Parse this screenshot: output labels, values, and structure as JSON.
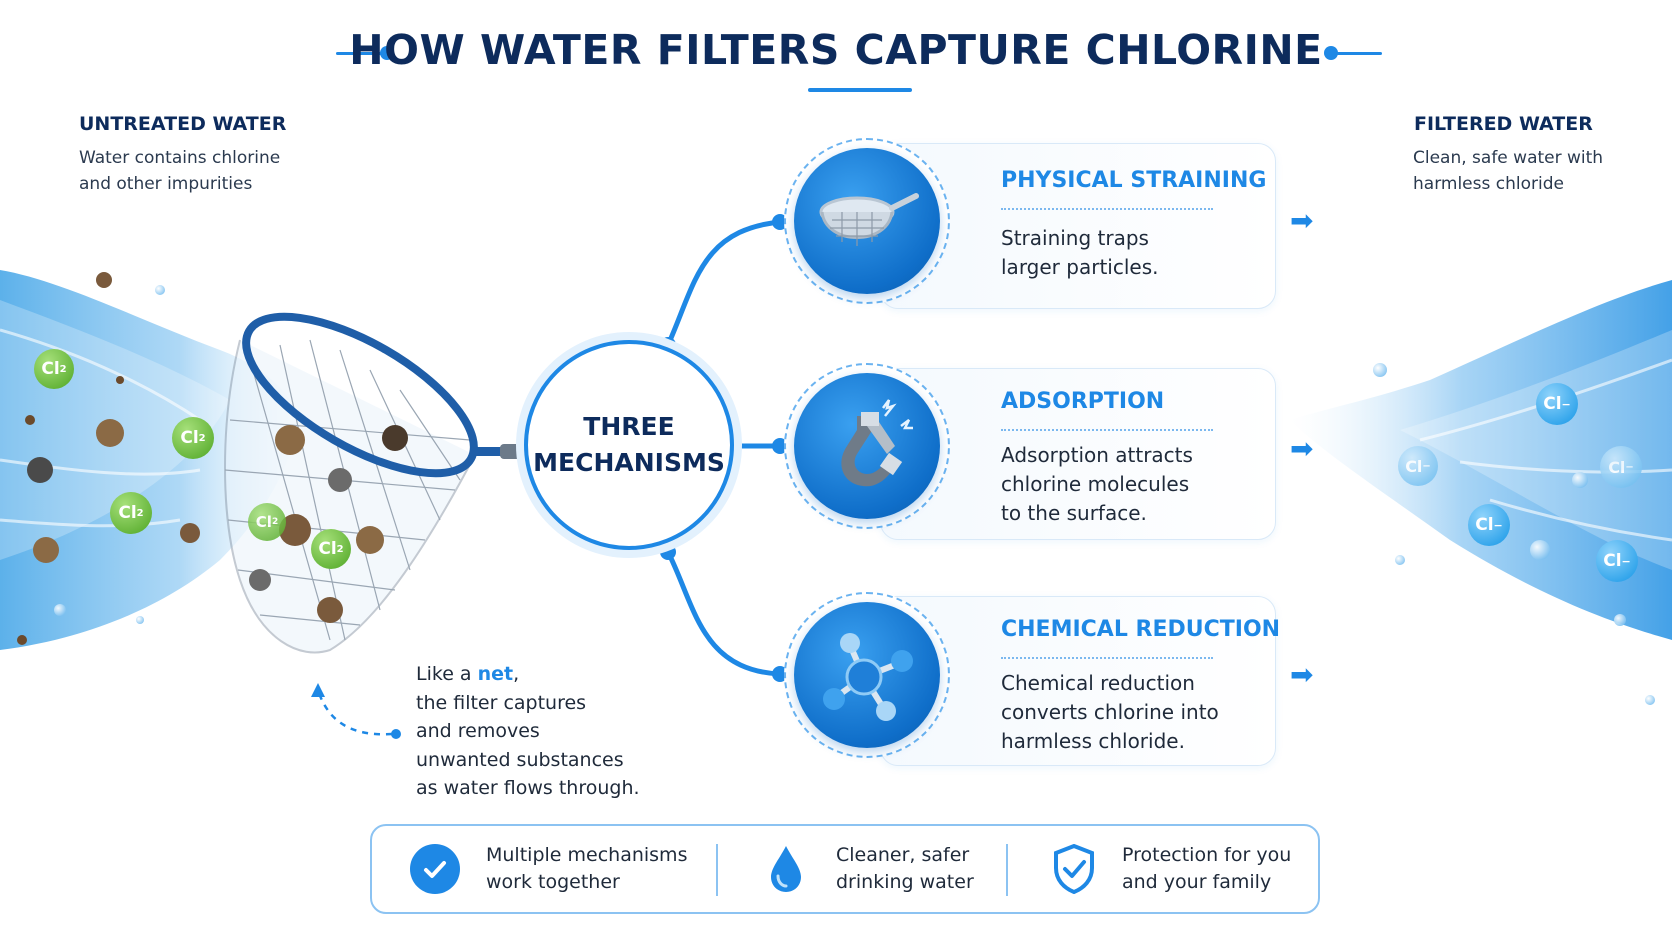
{
  "title": "HOW WATER FILTERS CAPTURE CHLORINE",
  "untreated": {
    "heading": "UNTREATED WATER",
    "line1": "Water contains chlorine",
    "line2": "and other impurities"
  },
  "filtered": {
    "heading": "FILTERED WATER",
    "line1": "Clean, safe water with",
    "line2": "harmless chloride"
  },
  "hub": {
    "line1": "THREE",
    "line2": "MECHANISMS"
  },
  "mechanisms": [
    {
      "title": "PHYSICAL STRAINING",
      "lines": [
        "Straining traps",
        "larger particles."
      ],
      "icon": "strainer-icon"
    },
    {
      "title": "ADSORPTION",
      "lines": [
        "Adsorption attracts",
        "chlorine molecules",
        "to the surface."
      ],
      "icon": "magnet-icon"
    },
    {
      "title": "CHEMICAL REDUCTION",
      "lines": [
        "Chemical reduction",
        "converts chlorine into",
        "harmless chloride."
      ],
      "icon": "molecule-icon"
    }
  ],
  "net_caption": {
    "prefix": "Like a ",
    "highlight": "net",
    "suffix": ",",
    "line2": "the filter captures",
    "line3": "and removes",
    "line4": "unwanted substances",
    "line5": "as water flows through."
  },
  "benefits": [
    {
      "line1": "Multiple mechanisms",
      "line2": "work together",
      "icon": "check-circle-icon"
    },
    {
      "line1": "Cleaner, safer",
      "line2": "drinking water",
      "icon": "water-drop-icon"
    },
    {
      "line1": "Protection for you",
      "line2": "and your family",
      "icon": "shield-check-icon"
    }
  ],
  "labels": {
    "cl2": "Cl",
    "cl2_sub": "2",
    "cl_minus": "Cl",
    "minus": "−"
  },
  "colors": {
    "navy": "#0d2b5c",
    "accent": "#1e88e5",
    "chlorine_green": "#5cb82e",
    "chloride_blue": "#1ea0ee"
  }
}
